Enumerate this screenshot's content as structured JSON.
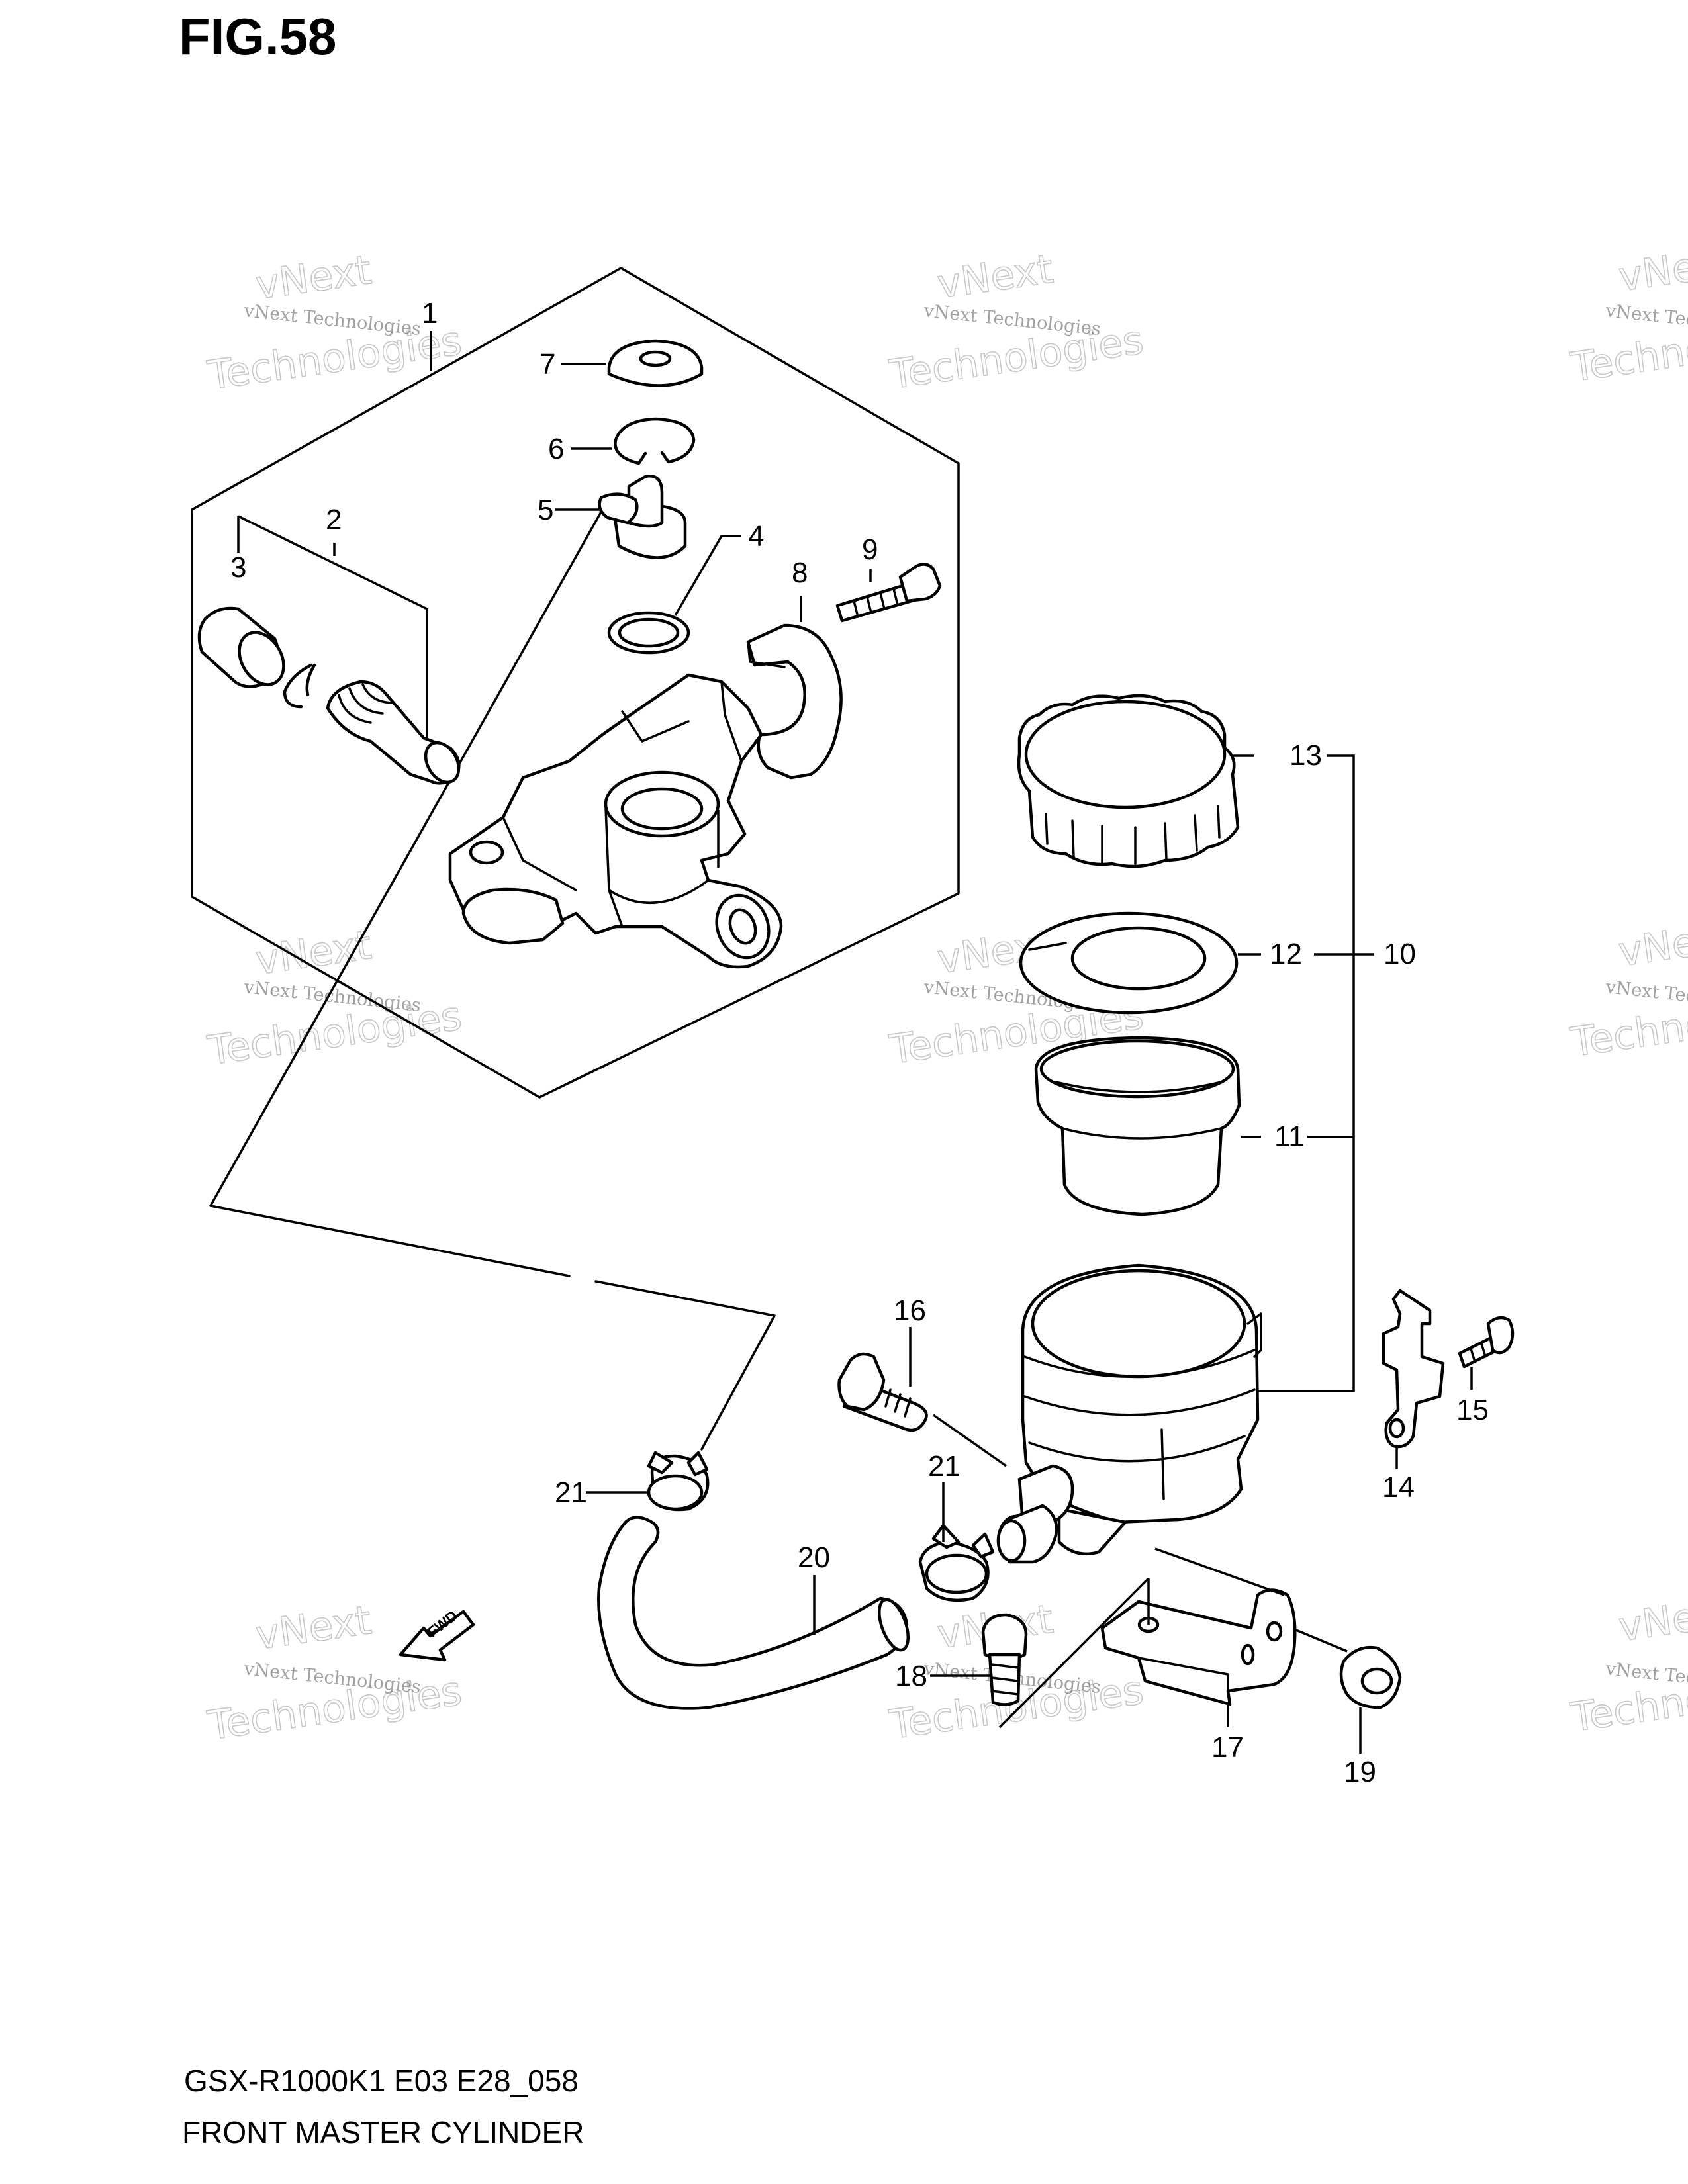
{
  "figure": {
    "title": "FIG.58"
  },
  "caption": {
    "model_code": "GSX-R1000K1 E03 E28_058",
    "section_name": "FRONT MASTER CYLINDER"
  },
  "callouts": {
    "c1": "1",
    "c2": "2",
    "c3": "3",
    "c4": "4",
    "c5": "5",
    "c6": "6",
    "c7": "7",
    "c8": "8",
    "c9": "9",
    "c10": "10",
    "c11": "11",
    "c12": "12",
    "c13": "13",
    "c14": "14",
    "c15": "15",
    "c16": "16",
    "c17": "17",
    "c18": "18",
    "c19": "19",
    "c20": "20",
    "c21a": "21",
    "c21b": "21"
  },
  "fwd_arrow": {
    "label": "FWD"
  },
  "watermark": {
    "line1": "vNext Technologies",
    "line2": "Technologies",
    "line3": "vNext"
  }
}
